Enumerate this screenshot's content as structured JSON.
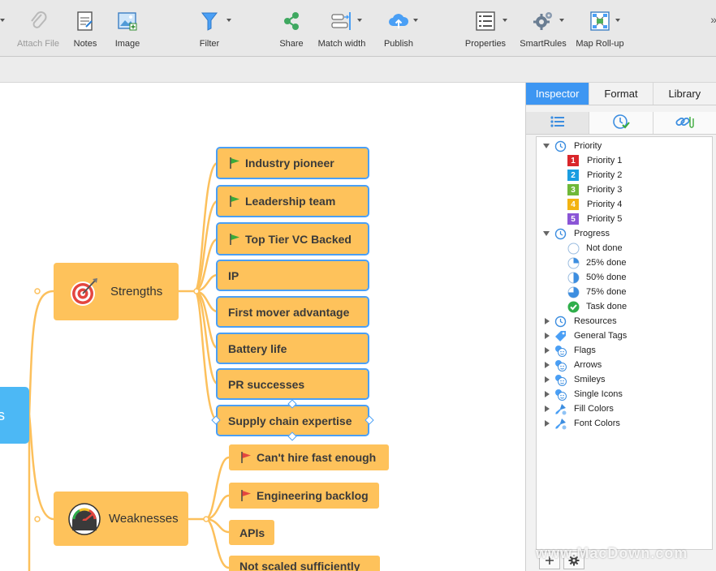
{
  "toolbar": {
    "attach_file": "Attach File",
    "notes": "Notes",
    "image": "Image",
    "filter": "Filter",
    "share": "Share",
    "match_width": "Match width",
    "publish": "Publish",
    "properties": "Properties",
    "smartrules": "SmartRules",
    "map_rollup": "Map Roll-up",
    "more": "»"
  },
  "map": {
    "center_label": "s",
    "strengths": {
      "label": "Strengths",
      "items": [
        {
          "label": "Industry pioneer",
          "flag": "green"
        },
        {
          "label": "Leadership team",
          "flag": "green"
        },
        {
          "label": "Top Tier VC Backed",
          "flag": "green"
        },
        {
          "label": "IP",
          "flag": ""
        },
        {
          "label": "First mover advantage",
          "flag": ""
        },
        {
          "label": "Battery life",
          "flag": ""
        },
        {
          "label": "PR successes",
          "flag": ""
        },
        {
          "label": "Supply chain expertise",
          "flag": ""
        }
      ]
    },
    "weaknesses": {
      "label": "Weaknesses",
      "items": [
        {
          "label": "Can't hire fast enough",
          "flag": "red"
        },
        {
          "label": "Engineering backlog",
          "flag": "red"
        },
        {
          "label": "APIs",
          "flag": ""
        },
        {
          "label": "Not scaled sufficiently",
          "flag": ""
        }
      ]
    }
  },
  "inspector": {
    "tabs": [
      "Inspector",
      "Format",
      "Library"
    ],
    "active_tab": "Inspector",
    "tree": {
      "priority": {
        "label": "Priority",
        "items": [
          {
            "label": "Priority 1",
            "num": "1",
            "color": "#d9262b"
          },
          {
            "label": "Priority 2",
            "num": "2",
            "color": "#1a9de1"
          },
          {
            "label": "Priority 3",
            "num": "3",
            "color": "#6fb838"
          },
          {
            "label": "Priority 4",
            "num": "4",
            "color": "#f3b312"
          },
          {
            "label": "Priority 5",
            "num": "5",
            "color": "#8b55d6"
          }
        ]
      },
      "progress": {
        "label": "Progress",
        "items": [
          {
            "label": "Not done",
            "fraction": 0
          },
          {
            "label": "25% done",
            "fraction": 0.25
          },
          {
            "label": "50% done",
            "fraction": 0.5
          },
          {
            "label": "75% done",
            "fraction": 0.75
          },
          {
            "label": "Task done",
            "fraction": 1
          }
        ]
      },
      "collapsed": [
        "Resources",
        "General Tags",
        "Flags",
        "Arrows",
        "Smileys",
        "Single Icons",
        "Fill Colors",
        "Font Colors"
      ]
    }
  },
  "watermark": "www.MacDown.com",
  "colors": {
    "accent": "#3d96f2",
    "topic": "#fec25b",
    "connector": "#fcc05c",
    "selection": "#4a9ff5",
    "central": "#4cb8f5"
  }
}
